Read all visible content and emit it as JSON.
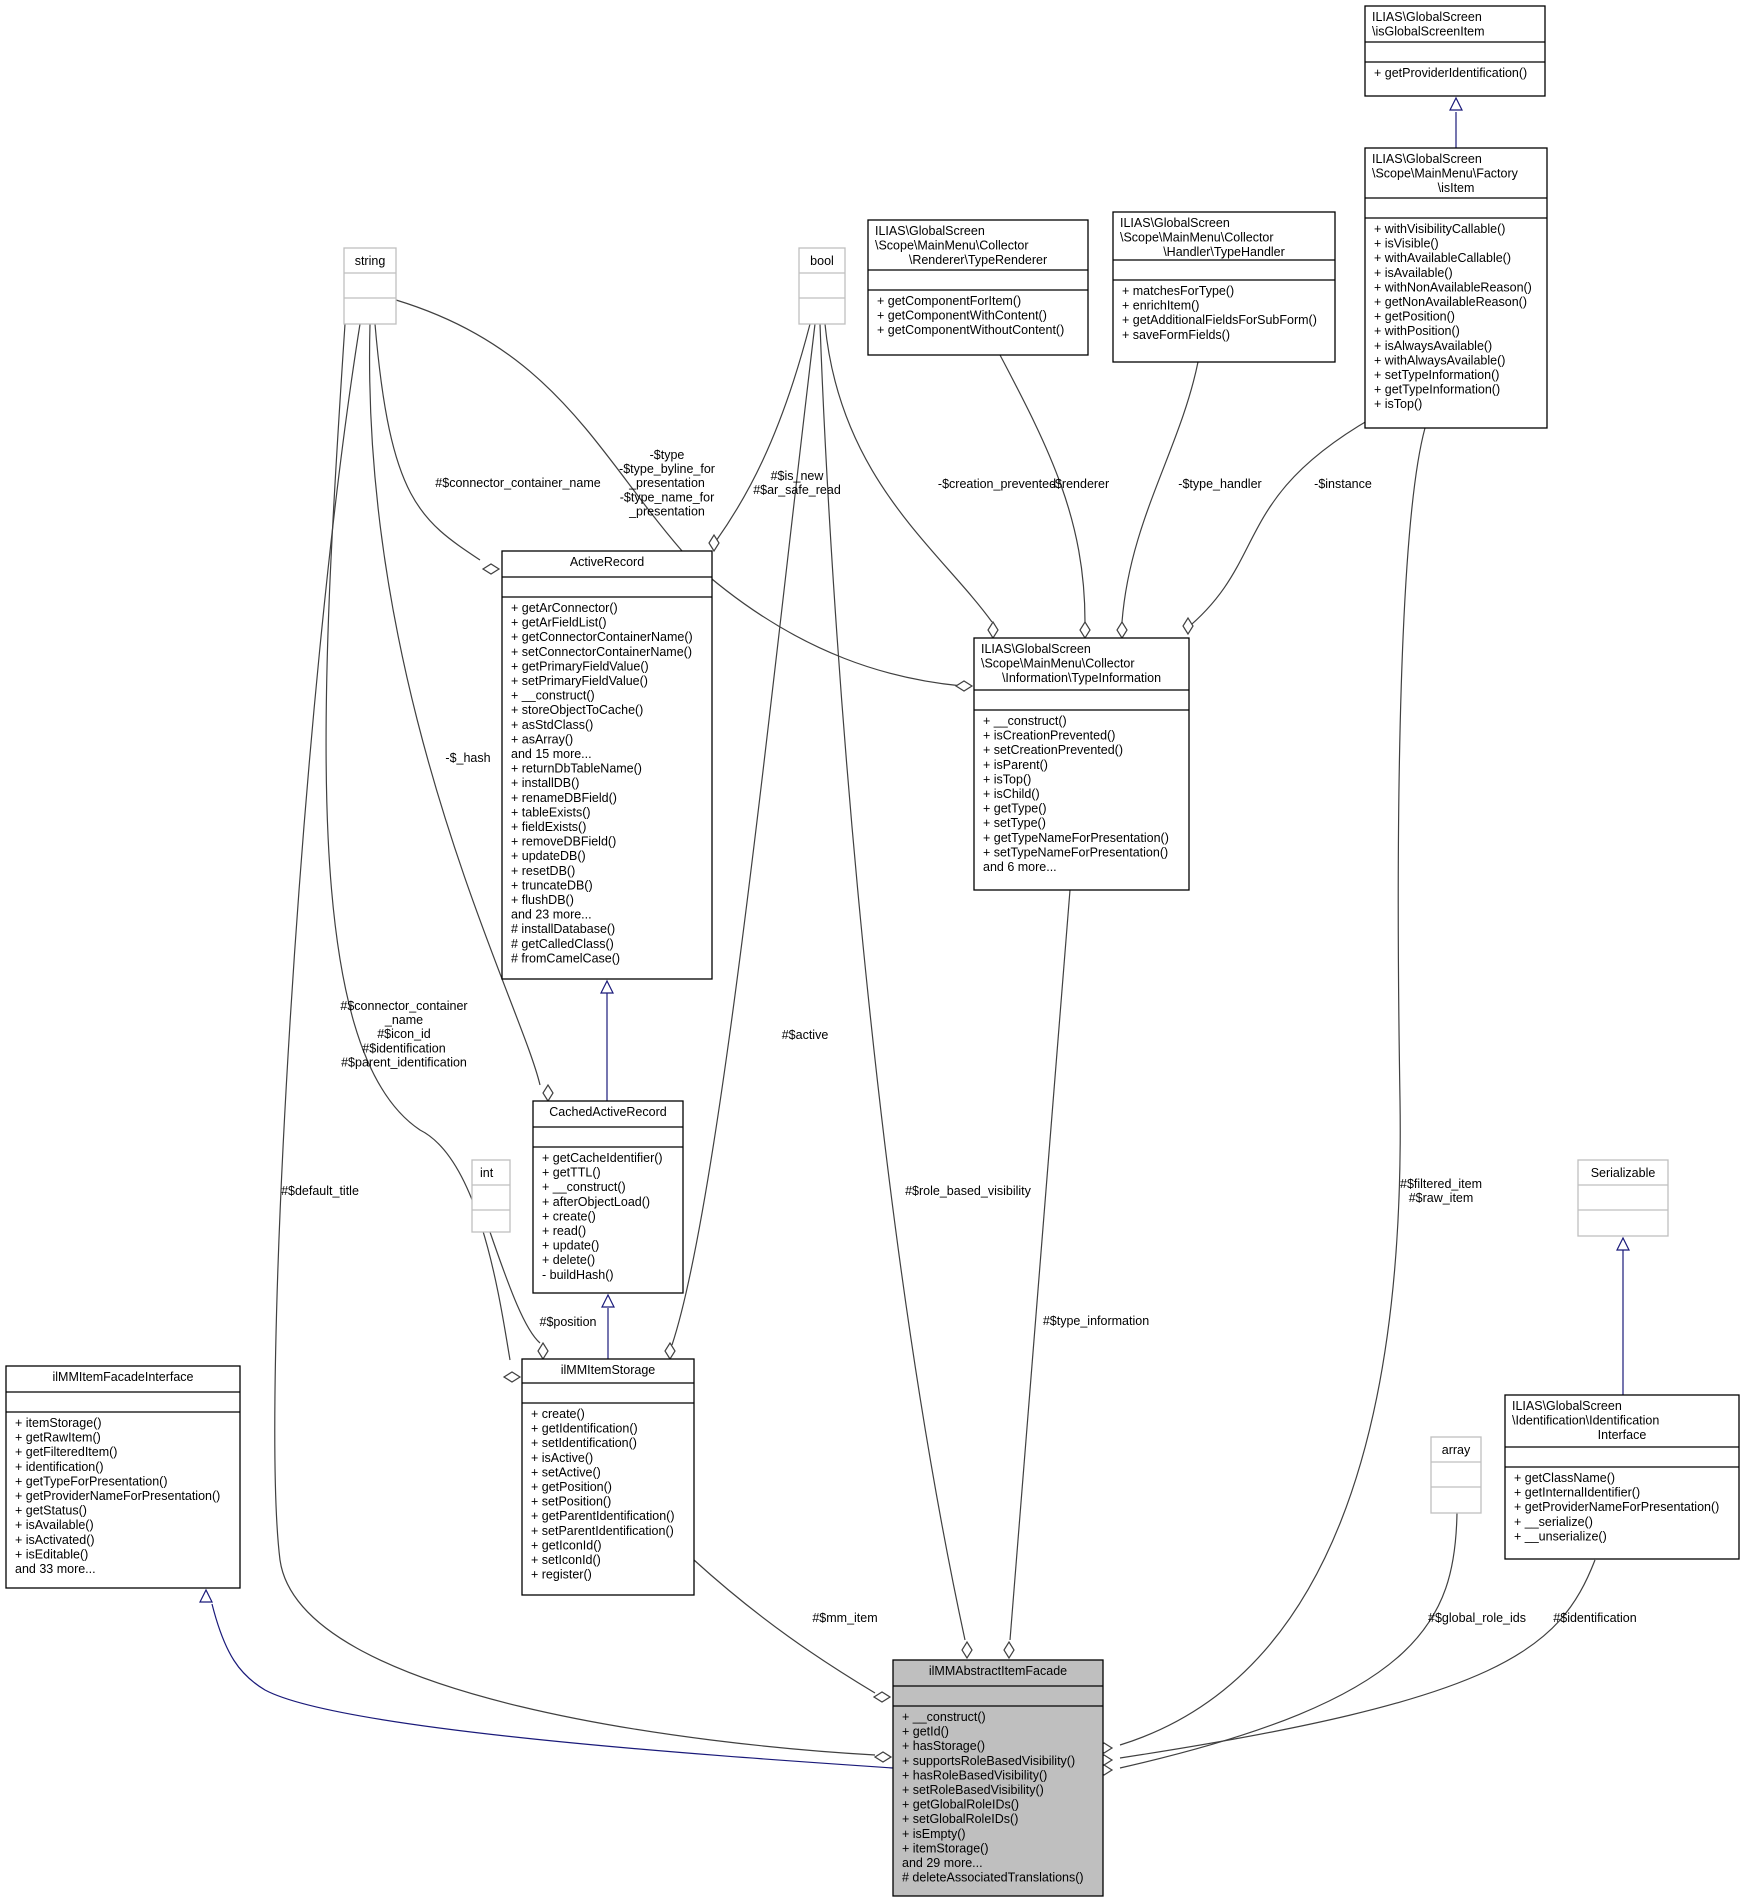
{
  "classes": {
    "isGlobalScreenItem": {
      "title": [
        "ILIAS\\GlobalScreen",
        "\\isGlobalScreenItem"
      ],
      "methods": [
        "+ getProviderIdentification()"
      ]
    },
    "isItem": {
      "title": [
        "ILIAS\\GlobalScreen",
        "\\Scope\\MainMenu\\Factory",
        "\\isItem"
      ],
      "methods": [
        "+ withVisibilityCallable()",
        "+ isVisible()",
        "+ withAvailableCallable()",
        "+ isAvailable()",
        "+ withNonAvailableReason()",
        "+ getNonAvailableReason()",
        "+ getPosition()",
        "+ withPosition()",
        "+ isAlwaysAvailable()",
        "+ withAlwaysAvailable()",
        "+ setTypeInformation()",
        "+ getTypeInformation()",
        "+ isTop()"
      ]
    },
    "TypeRenderer": {
      "title": [
        "ILIAS\\GlobalScreen",
        "\\Scope\\MainMenu\\Collector",
        "\\Renderer\\TypeRenderer"
      ],
      "methods": [
        "+ getComponentForItem()",
        "+ getComponentWithContent()",
        "+ getComponentWithoutContent()"
      ]
    },
    "TypeHandler": {
      "title": [
        "ILIAS\\GlobalScreen",
        "\\Scope\\MainMenu\\Collector",
        "\\Handler\\TypeHandler"
      ],
      "methods": [
        "+ matchesForType()",
        "+ enrichItem()",
        "+ getAdditionalFieldsForSubForm()",
        "+ saveFormFields()"
      ]
    },
    "string": {
      "title": [
        "string"
      ]
    },
    "bool": {
      "title": [
        "bool"
      ]
    },
    "int": {
      "title": [
        "int"
      ]
    },
    "array": {
      "title": [
        "array"
      ]
    },
    "Serializable": {
      "title": [
        "Serializable"
      ]
    },
    "ActiveRecord": {
      "title": [
        "ActiveRecord"
      ],
      "methods": [
        "+ getArConnector()",
        "+ getArFieldList()",
        "+ getConnectorContainerName()",
        "+ setConnectorContainerName()",
        "+ getPrimaryFieldValue()",
        "+ setPrimaryFieldValue()",
        "+ __construct()",
        "+ storeObjectToCache()",
        "+ asStdClass()",
        "+ asArray()",
        "and 15 more...",
        "+ returnDbTableName()",
        "+ installDB()",
        "+ renameDBField()",
        "+ tableExists()",
        "+ fieldExists()",
        "+ removeDBField()",
        "+ updateDB()",
        "+ resetDB()",
        "+ truncateDB()",
        "+ flushDB()",
        "and 23 more...",
        "# installDatabase()",
        "# getCalledClass()",
        "# fromCamelCase()"
      ]
    },
    "TypeInformation": {
      "title": [
        "ILIAS\\GlobalScreen",
        "\\Scope\\MainMenu\\Collector",
        "\\Information\\TypeInformation"
      ],
      "methods": [
        "+ __construct()",
        "+ isCreationPrevented()",
        "+ setCreationPrevented()",
        "+ isParent()",
        "+ isTop()",
        "+ isChild()",
        "+ getType()",
        "+ setType()",
        "+ getTypeNameForPresentation()",
        "+ setTypeNameForPresentation()",
        "and 6 more..."
      ]
    },
    "CachedActiveRecord": {
      "title": [
        "CachedActiveRecord"
      ],
      "methods": [
        "+ getCacheIdentifier()",
        "+ getTTL()",
        "+ __construct()",
        "+ afterObjectLoad()",
        "+ create()",
        "+ read()",
        "+ update()",
        "+ delete()",
        "- buildHash()"
      ]
    },
    "ilMMItemStorage": {
      "title": [
        "ilMMItemStorage"
      ],
      "methods": [
        "+ create()",
        "+ getIdentification()",
        "+ setIdentification()",
        "+ isActive()",
        "+ setActive()",
        "+ getPosition()",
        "+ setPosition()",
        "+ getParentIdentification()",
        "+ setParentIdentification()",
        "+ getIconId()",
        "+ setIconId()",
        "+ register()"
      ]
    },
    "ilMMItemFacadeInterface": {
      "title": [
        "ilMMItemFacadeInterface"
      ],
      "methods": [
        "+ itemStorage()",
        "+ getRawItem()",
        "+ getFilteredItem()",
        "+ identification()",
        "+ getTypeForPresentation()",
        "+ getProviderNameForPresentation()",
        "+ getStatus()",
        "+ isAvailable()",
        "+ isActivated()",
        "+ isEditable()",
        "and 33 more..."
      ]
    },
    "IdentificationInterface": {
      "title": [
        "ILIAS\\GlobalScreen",
        "\\Identification\\Identification",
        "Interface"
      ],
      "methods": [
        "+ getClassName()",
        "+ getInternalIdentifier()",
        "+ getProviderNameForPresentation()",
        "+ __serialize()",
        "+ __unserialize()"
      ]
    },
    "ilMMAbstractItemFacade": {
      "title": [
        "ilMMAbstractItemFacade"
      ],
      "methods": [
        "+ __construct()",
        "+ getId()",
        "+ hasStorage()",
        "+ supportsRoleBasedVisibility()",
        "+ hasRoleBasedVisibility()",
        "+ setRoleBasedVisibility()",
        "+ getGlobalRoleIDs()",
        "+ setGlobalRoleIDs()",
        "+ isEmpty()",
        "+ itemStorage()",
        "and 29 more...",
        "# deleteAssociatedTranslations()"
      ]
    }
  },
  "edge_labels": {
    "type": [
      "-$type",
      "-$type_byline_for",
      "_presentation",
      "-$type_name_for",
      "_presentation"
    ],
    "is_new": [
      "#$is_new",
      "#$ar_safe_read"
    ],
    "connector_container_name": [
      "#$connector_container_name"
    ],
    "creation_prevented": [
      "-$creation_prevented"
    ],
    "renderer": [
      "-$renderer"
    ],
    "type_handler": [
      "-$type_handler"
    ],
    "instance": [
      "-$instance"
    ],
    "hash": [
      "-$_hash"
    ],
    "storage_strings": [
      "#$connector_container",
      "_name",
      "#$icon_id",
      "#$identification",
      "#$parent_identification"
    ],
    "active": [
      "#$active"
    ],
    "default_title": [
      "#$default_title"
    ],
    "role_based_visibility": [
      "#$role_based_visibility"
    ],
    "filtered_item": [
      "#$filtered_item",
      "#$raw_item"
    ],
    "position": [
      "#$position"
    ],
    "type_information": [
      "#$type_information"
    ],
    "mm_item": [
      "#$mm_item"
    ],
    "global_role_ids": [
      "#$global_role_ids"
    ],
    "identification": [
      "#$identification"
    ]
  },
  "colors": {
    "focus_fill": "#bfbfbf",
    "inheritance_edge": "#1a1a7a",
    "association_edge": "#404040",
    "builtin_border": "#bfbfbf"
  }
}
